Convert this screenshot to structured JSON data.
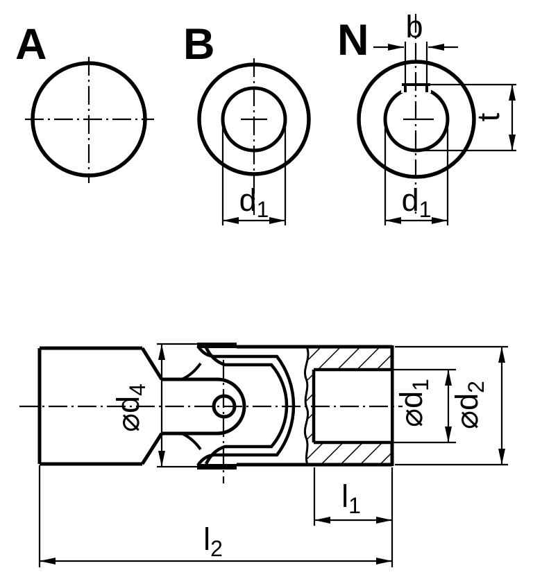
{
  "palette": {
    "ink": "#000000",
    "paper": "#ffffff"
  },
  "views": {
    "sectionA": {
      "label": "A"
    },
    "sectionB": {
      "label": "B",
      "d1": {
        "base": "d",
        "sub": "1"
      }
    },
    "sectionN": {
      "label": "N",
      "b": "b",
      "t": "t",
      "d1": {
        "base": "d",
        "sub": "1"
      }
    }
  },
  "side": {
    "d4": {
      "base": "⌀d",
      "sub": "4"
    },
    "d1": {
      "base": "⌀d",
      "sub": "1"
    },
    "d2": {
      "base": "⌀d",
      "sub": "2"
    },
    "l1": {
      "base": "l",
      "sub": "1"
    },
    "l2": {
      "base": "l",
      "sub": "2"
    }
  }
}
